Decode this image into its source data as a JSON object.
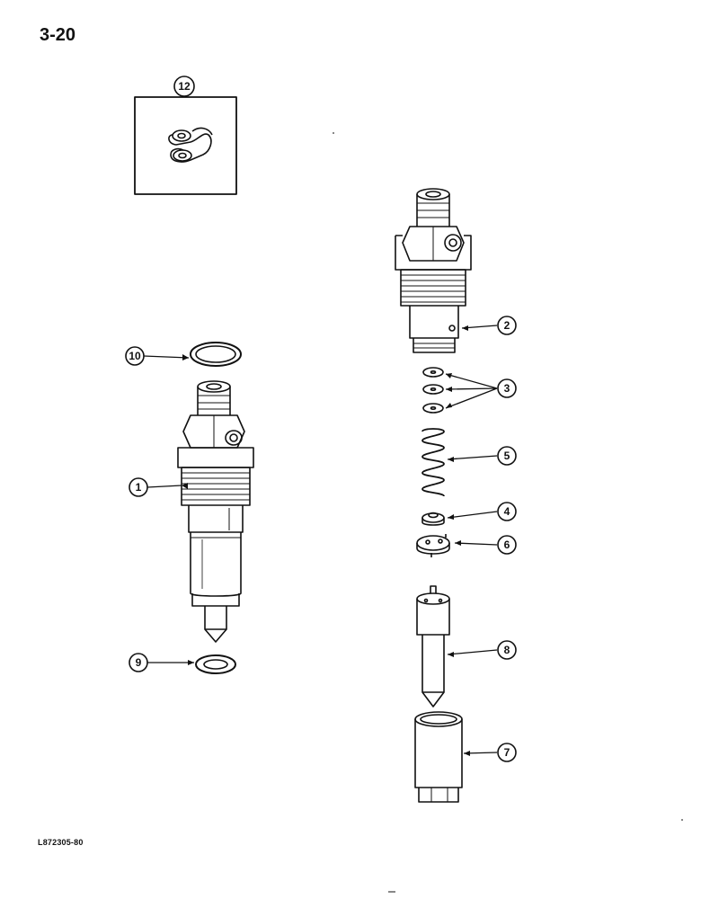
{
  "page": {
    "number": "3-20",
    "figure_code": "L872305-80"
  },
  "callouts": {
    "c1": "1",
    "c2": "2",
    "c3": "3",
    "c4": "4",
    "c5": "5",
    "c6": "6",
    "c7": "7",
    "c8": "8",
    "c9": "9",
    "c10": "10",
    "c12": "12"
  }
}
